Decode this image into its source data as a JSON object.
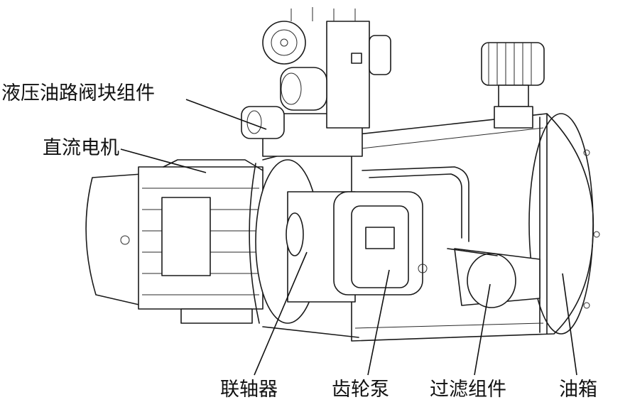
{
  "labels": {
    "hydraulic_valve_block": "液压油路阀块组件",
    "dc_motor": "直流电机",
    "coupling": "联轴器",
    "gear_pump": "齿轮泵",
    "filter_assembly": "过滤组件",
    "oil_tank": "油箱"
  }
}
